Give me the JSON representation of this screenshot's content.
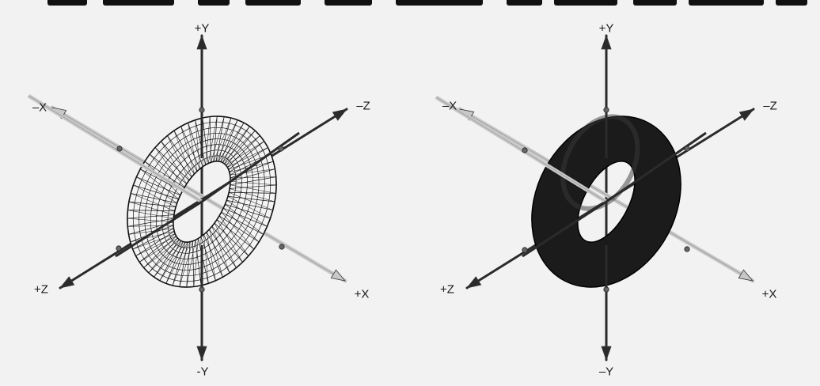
{
  "panels": [
    {
      "id": "wireframe",
      "axis_labels": {
        "pos_y": "+Y",
        "neg_y": "-Y",
        "neg_x": "–X",
        "pos_x": "+X",
        "neg_z": "–Z",
        "pos_z": "+Z"
      }
    },
    {
      "id": "shaded",
      "axis_labels": {
        "pos_y": "+Y",
        "neg_y": "–Y",
        "neg_x": "–X",
        "pos_x": "+X",
        "neg_z": "–Z",
        "pos_z": "+Z"
      }
    }
  ],
  "colors": {
    "background": "#f2f2f2",
    "axis_dark": "#2b2b2b",
    "axis_x": "#c8c8c8",
    "torus_fill_shaded": "#1b1b1b",
    "torus_fill_wire": "#f4f4f4",
    "mesh_line": "#111111"
  }
}
